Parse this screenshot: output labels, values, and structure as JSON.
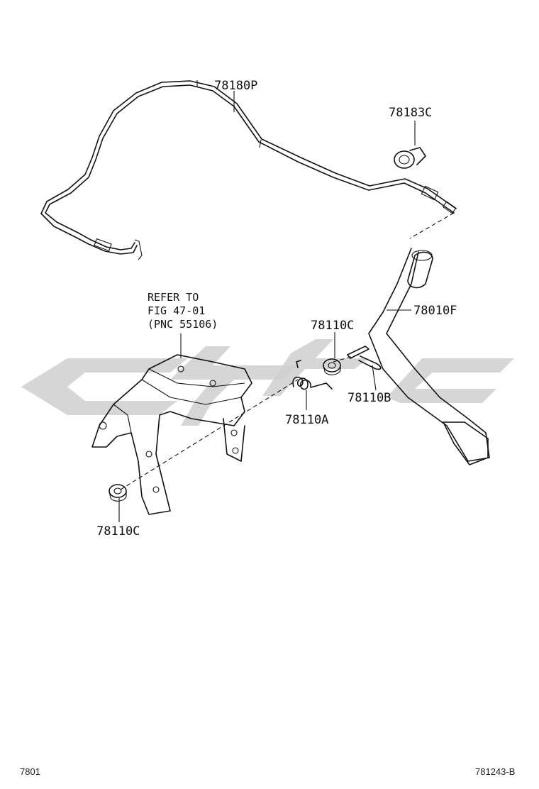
{
  "parts": {
    "cable": "78180P",
    "clamp": "78183C",
    "pedal": "78010F",
    "bushing_upper": "78110C",
    "pin": "78110B",
    "spring": "78110A",
    "bushing_lower": "78110C"
  },
  "reference_note": {
    "line1": "REFER TO",
    "line2": "FIG 47-01",
    "line3": "(PNC 55106)"
  },
  "footer": {
    "left": "7801",
    "right": "781243-B"
  }
}
